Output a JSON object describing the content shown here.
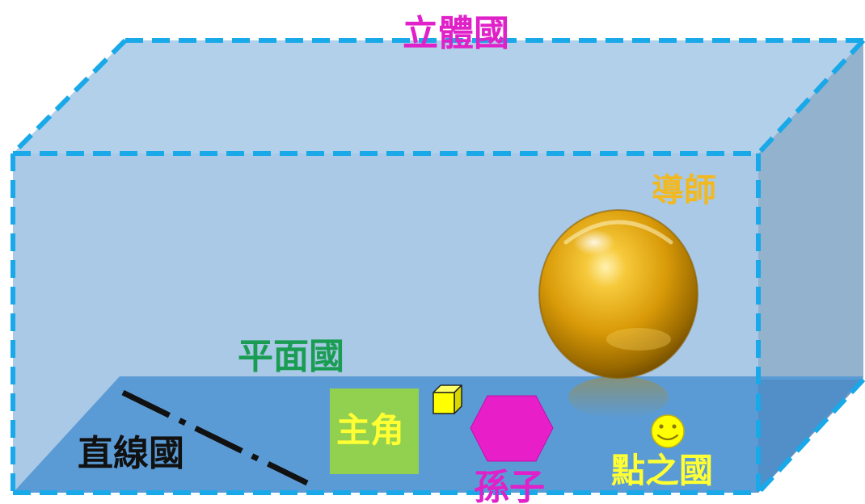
{
  "labels": {
    "solid_land": "立體國",
    "mentor": "導師",
    "plane_land": "平面國",
    "protagonist": "主角",
    "line_land": "直線國",
    "grandchild": "孫子",
    "point_land": "點之國"
  },
  "colors": {
    "box_edge": "#19a8e8",
    "box_fill": "#aecde9",
    "side_face": "#90b0cc",
    "floor": "#5b9bd5",
    "solid_land_text": "#e020c8",
    "mentor_text": "#f2b820",
    "plane_land_text": "#1a9d52",
    "protagonist_square": "#92d050",
    "protagonist_text": "#ffff33",
    "line_land_text": "#111111",
    "hexagon": "#e81ec8",
    "point_land_text": "#ffff33",
    "cube": "#ffff00",
    "sphere": "#d99a08"
  },
  "icons": {
    "smiley": "smiley-face-icon",
    "cube": "small-cube-icon",
    "sphere": "gold-sphere-icon",
    "hexagon": "hexagon-icon"
  }
}
